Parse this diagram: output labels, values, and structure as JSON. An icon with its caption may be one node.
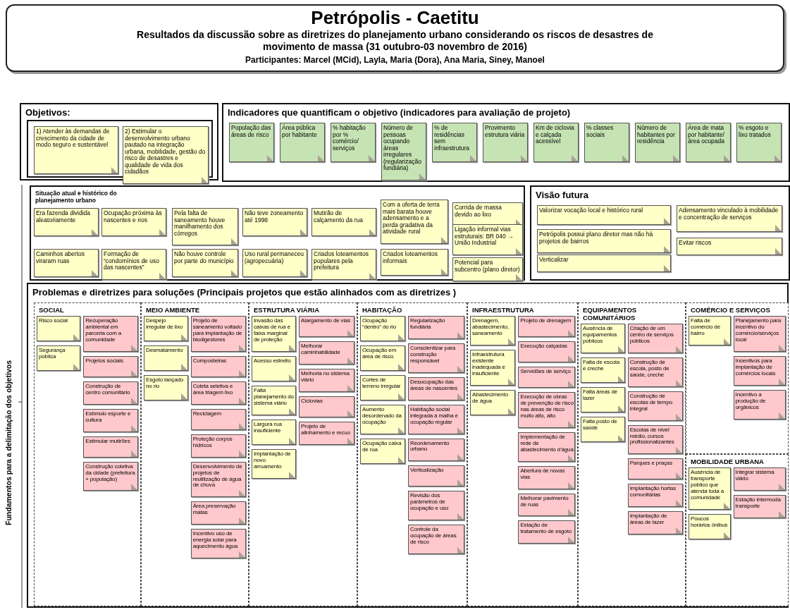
{
  "diagram": {
    "title": "Petrópolis - Caetitu",
    "nodes": [
      {
        "text": [
          "Objetivos:"
        ]
      },
      {
        "text": [],
        "shape": "box",
        "in": 0
      },
      {
        "text": [
          "1) Atender às demandas de crescimento da cidade de modo seguro e sustentável"
        ],
        "in": 1
      },
      {
        "text": [
          "2) Estimular o desenvolvimento urbano pautado na integração urbana, mobilidade, gestão do risco de desastres e qualidade de vida dos cidadãos"
        ],
        "in": 1
      },
      {
        "text": [
          "Indicadores que quantificam o objetivo (indicadores para avaliação de projeto)"
        ]
      },
      {
        "text": [
          "População das áreas de risco"
        ],
        "in": 4
      },
      {
        "text": [
          "Área pública por habitante"
        ],
        "in": 4
      },
      {
        "text": [
          "% habitação por % comércio/ serviços"
        ],
        "in": 4
      },
      {
        "text": [
          "Número de pessoas ocupando áreas irregulares (regularização fundiária)"
        ],
        "in": 4
      },
      {
        "text": [
          "% de residências sem infraestrutura"
        ],
        "in": 4
      },
      {
        "text": [
          "Provimento estrutura viária"
        ],
        "in": 4
      },
      {
        "text": [
          "Km de ciclovia e calçada acessível"
        ],
        "in": 4
      },
      {
        "text": [
          "% classes sociais"
        ],
        "in": 4
      },
      {
        "text": [
          "Número de habitantes por residência"
        ],
        "in": 4
      },
      {
        "text": [
          "Área de mata por habitante/área ocupada"
        ],
        "in": 4
      },
      {
        "text": [
          "% esgoto e lixo tratados"
        ],
        "in": 4
      },
      {
        "text": [
          "Situação atual e histórico do planejamento urbano"
        ]
      },
      {
        "text": [
          "Era fazenda dividida aleatoriamente"
        ],
        "in": 16
      },
      {
        "text": [
          "Ocupação próxima às nascentes e rios"
        ],
        "in": 16
      },
      {
        "text": [
          "Pela falta de saneamento houve manilhamento dos córregos"
        ],
        "in": 16
      },
      {
        "text": [
          "Não teve zoneamento até 1998"
        ],
        "in": 16
      },
      {
        "text": [
          "Mutirão de calçamento da rua"
        ],
        "in": 16
      },
      {
        "text": [
          "Com a oferta de terra mais barata houve adensamento e a perda gradativa da atividade rural"
        ],
        "in": 16
      },
      {
        "text": [
          "Corrida de massa devido ao lixo"
        ],
        "in": 16
      },
      {
        "text": [
          "Ligação informal vias estruturais: BR 040 → União Industrial"
        ],
        "in": 16
      },
      {
        "text": [
          "Caminhos abertos viraram ruas"
        ],
        "in": 16
      },
      {
        "text": [
          "Formação de “condomínios de uso das nascentes”"
        ],
        "in": 16
      },
      {
        "text": [
          "Não houve controle por parte do município"
        ],
        "in": 16
      },
      {
        "text": [
          "Uso rural permaneceu (agropecuária)"
        ],
        "in": 16
      },
      {
        "text": [
          "Criados loteamentos populares pela prefeitura"
        ],
        "in": 16
      },
      {
        "text": [
          "Criados loteamentos informais"
        ],
        "in": 16
      },
      {
        "text": [
          "Potencial para subcentro (plano diretor)"
        ],
        "in": 16
      },
      {
        "text": [
          "Visão futura"
        ]
      },
      {
        "text": [
          "Valorizar vocação local e histórico rural"
        ],
        "in": 32
      },
      {
        "text": [
          "Adensamento vinculado à mobilidade e concentração de serviços"
        ],
        "in": 32
      },
      {
        "text": [
          "Petrópolis possui plano diretor mas não há projetos de bairros"
        ],
        "in": 32
      },
      {
        "text": [
          "Evitar riscos"
        ],
        "in": 32
      },
      {
        "text": [
          "Verticalizar"
        ],
        "in": 32
      },
      {
        "text": [
          "Problemas e diretrizes para soluções (Principais projetos que estão alinhados com as diretrizes )"
        ]
      },
      {
        "text": [
          "SOCIAL"
        ],
        "in": 38
      },
      {
        "text": [
          "Risco social"
        ],
        "in": 39
      },
      {
        "text": [
          "Segurança pública"
        ],
        "in": 39
      },
      {
        "text": [
          "Recuperação ambiental em parceria com a comunidade"
        ],
        "in": 39
      },
      {
        "text": [
          "Projetos sociais"
        ],
        "in": 39
      },
      {
        "text": [
          "Construção de centro comunitário"
        ],
        "in": 39
      },
      {
        "text": [
          "Estímulo esporte e cultura"
        ],
        "in": 39
      },
      {
        "text": [
          "Estimular mutirões"
        ],
        "in": 39
      },
      {
        "text": [
          "Construção coletiva da cidade (prefeitura + população)"
        ],
        "in": 39
      },
      {
        "text": [
          "MEIO AMBIENTE"
        ],
        "in": 38
      },
      {
        "text": [
          "Despejo irregular de lixo"
        ],
        "in": 48
      },
      {
        "text": [
          "Desmatamento"
        ],
        "in": 48
      },
      {
        "text": [
          "Esgoto lançado no rio"
        ],
        "in": 48
      },
      {
        "text": [
          "Projeto de saneamento voltado para implantação de biodigestores"
        ],
        "in": 48
      },
      {
        "text": [
          "Composteiras"
        ],
        "in": 48
      },
      {
        "text": [
          "Coleta seletiva e área triagem lixo"
        ],
        "in": 48
      },
      {
        "text": [
          "Reciclagem"
        ],
        "in": 48
      },
      {
        "text": [
          "Proteção corpos hídricos"
        ],
        "in": 48
      },
      {
        "text": [
          "Desenvolvimento de projetos de reutilização de água de chuva"
        ],
        "in": 48
      },
      {
        "text": [
          "Área preservação matas"
        ],
        "in": 48
      },
      {
        "text": [
          "Incentivo uso de energia solar para aquecimento água"
        ],
        "in": 48
      },
      {
        "text": [
          "ESTRUTURA VIÁRIA"
        ],
        "in": 38
      },
      {
        "text": [
          "Invasão das caixas de rua e faixa marginal de proteção"
        ],
        "in": 60
      },
      {
        "text": [
          "Acesso estreito"
        ],
        "in": 60
      },
      {
        "text": [
          "Falta planejamento do sistema viário"
        ],
        "in": 60
      },
      {
        "text": [
          "Largura rua insuficiente"
        ],
        "in": 60
      },
      {
        "text": [
          "Implantação de novo arruamento"
        ],
        "in": 60
      },
      {
        "text": [
          "Alargamento de vias"
        ],
        "in": 60
      },
      {
        "text": [
          "Melhorar caminhabilidade"
        ],
        "in": 60
      },
      {
        "text": [
          "Melhoria no sistema viário"
        ],
        "in": 60
      },
      {
        "text": [
          "Ciclovias"
        ],
        "in": 60
      },
      {
        "text": [
          "Projeto de alinhamento e recuo"
        ],
        "in": 60
      },
      {
        "text": [
          "HABITAÇÃO"
        ],
        "in": 38
      },
      {
        "text": [
          "Ocupação “dentro” do rio"
        ],
        "in": 71
      },
      {
        "text": [
          "Ocupação em área de risco"
        ],
        "in": 71
      },
      {
        "text": [
          "Cortes de terreno irregular"
        ],
        "in": 71
      },
      {
        "text": [
          "Aumento desordenado da ocupação"
        ],
        "in": 71
      },
      {
        "text": [
          "Ocupação caixa de rua"
        ],
        "in": 71
      },
      {
        "text": [
          "Regularização fundiária"
        ],
        "in": 71
      },
      {
        "text": [
          "Conscientizar para construção responsável"
        ],
        "in": 71
      },
      {
        "text": [
          "Desocupação das áreas de nascentes"
        ],
        "in": 71
      },
      {
        "text": [
          "Habitação social integrada à malha e ocupação regular"
        ],
        "in": 71
      },
      {
        "text": [
          "Reordenamento urbano"
        ],
        "in": 71
      },
      {
        "text": [
          "Verticalização"
        ],
        "in": 71
      },
      {
        "text": [
          "Revisão dos parâmetros de ocupação e uso"
        ],
        "in": 71
      },
      {
        "text": [
          "Controle da ocupação de áreas de risco"
        ],
        "in": 71
      },
      {
        "text": [
          "INFRAESTRUTURA"
        ],
        "in": 38
      },
      {
        "text": [
          "Drenagem, abastecimento, saneamento"
        ],
        "in": 85
      },
      {
        "text": [
          "Infraestrutura existente inadequada e insuficiente"
        ],
        "in": 85
      },
      {
        "text": [
          "Abastecimento de água"
        ],
        "in": 85
      },
      {
        "text": [
          "Projeto de drenagem"
        ],
        "in": 85
      },
      {
        "text": [
          "Execução calçadas"
        ],
        "in": 85
      },
      {
        "text": [
          "Servidões de serviço"
        ],
        "in": 85
      },
      {
        "text": [
          "Execução de obras de prevenção de risco nas áreas de risco muito alto, alto"
        ],
        "in": 85
      },
      {
        "text": [
          "Implementação de rede de abastecimento d’água"
        ],
        "in": 85
      },
      {
        "text": [
          "Abertura de novas vias"
        ],
        "in": 85
      },
      {
        "text": [
          "Melhorar pavimento de ruas"
        ],
        "in": 85
      },
      {
        "text": [
          "Estação de tratamento de esgoto"
        ],
        "in": 85
      },
      {
        "text": [
          "EQUIPAMENTOS COMUNITÁRIOS"
        ],
        "in": 38
      },
      {
        "text": [
          "Ausência de equipamentos públicos"
        ],
        "in": 97
      },
      {
        "text": [
          "Falta de escola e creche"
        ],
        "in": 97
      },
      {
        "text": [
          "Falta áreas de lazer"
        ],
        "in": 97
      },
      {
        "text": [
          "Falta posto de saúde"
        ],
        "in": 97
      },
      {
        "text": [
          "Criação de um centro de serviços públicos"
        ],
        "in": 97
      },
      {
        "text": [
          "Construção de escola, posto de saúde, creche"
        ],
        "in": 97
      },
      {
        "text": [
          "Construção de escolas de tempo integral"
        ],
        "in": 97
      },
      {
        "text": [
          "Escolas de nível médio, cursos profissionalizantes"
        ],
        "in": 97
      },
      {
        "text": [
          "Parques e praças"
        ],
        "in": 97
      },
      {
        "text": [
          "Implantação hortas comunitárias"
        ],
        "in": 97
      },
      {
        "text": [
          "Implantação de áreas de lazer"
        ],
        "in": 97
      },
      {
        "text": [
          "COMÉRCIO E SERVIÇOS"
        ],
        "in": 38
      },
      {
        "text": [
          "Falta de comércio de bairro"
        ],
        "in": 109
      },
      {
        "text": [
          "Planejamento para incentivo do comércio/serviços local"
        ],
        "in": 109
      },
      {
        "text": [
          "Incentivos para implantação de comércios locais"
        ],
        "in": 109
      },
      {
        "text": [
          "Incentivo a produção de orgânicos"
        ],
        "in": 109
      },
      {
        "text": [
          "MOBILIDADE URBANA"
        ],
        "in": 38
      },
      {
        "text": [
          "Ausência de transporte público que atenda toda a comunidade"
        ],
        "in": 114
      },
      {
        "text": [
          "Poucos horários ônibus"
        ],
        "in": 114
      },
      {
        "text": [
          "Integrar sistema viário"
        ],
        "in": 114
      },
      {
        "text": [
          "Estação intermoda transporte"
        ],
        "in": 114
      }
    ],
    "edges": [],
    "labels": [
      "Resultados da discussão sobre as diretrizes do planejamento urbano considerando os riscos de desastres de movimento de massa (31 outubro-03 novembro de 2016)",
      "Participantes: Marcel (MCid), Layla, Maria (Dora), Ana Maria, Siney, Manoel",
      "Fundamentos para a delimitação dos objetivos"
    ]
  }
}
